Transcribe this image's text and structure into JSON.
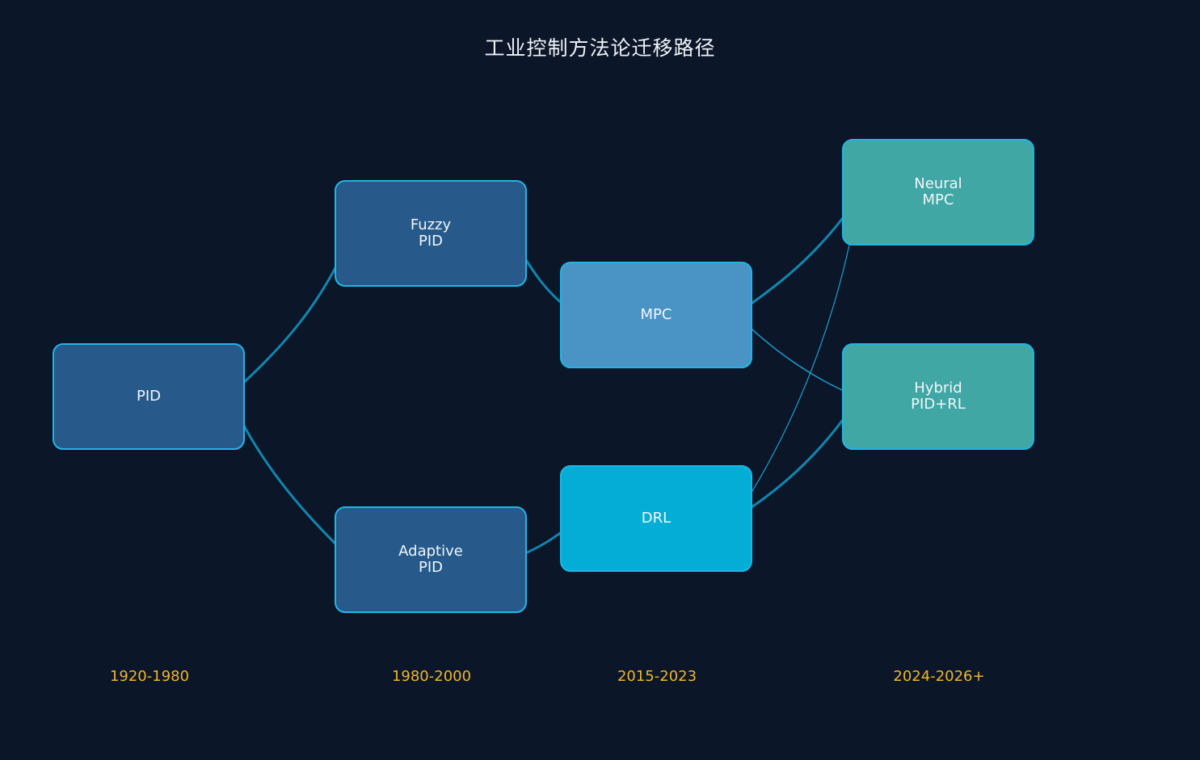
{
  "title": "工业控制方法论迁移路径",
  "nodes": {
    "pid": {
      "lines": [
        "PID"
      ],
      "color": "#275a8a"
    },
    "fuzzy_pid": {
      "lines": [
        "Fuzzy",
        "PID"
      ],
      "color": "#275a8a"
    },
    "adaptive_pid": {
      "lines": [
        "Adaptive",
        "PID"
      ],
      "color": "#275a8a"
    },
    "mpc": {
      "lines": [
        "MPC"
      ],
      "color": "#4a93c5"
    },
    "drl": {
      "lines": [
        "DRL"
      ],
      "color": "#03add6"
    },
    "neural_mpc": {
      "lines": [
        "Neural",
        "MPC"
      ],
      "color": "#40a7a5"
    },
    "hybrid": {
      "lines": [
        "Hybrid",
        "PID+RL"
      ],
      "color": "#40a7a5"
    }
  },
  "periods": [
    "1920-1980",
    "1980-2000",
    "2015-2023",
    "2024-2026+"
  ],
  "edges": [
    {
      "from": "PID",
      "to": "Fuzzy PID"
    },
    {
      "from": "PID",
      "to": "Adaptive PID"
    },
    {
      "from": "Fuzzy PID",
      "to": "MPC"
    },
    {
      "from": "Adaptive PID",
      "to": "DRL"
    },
    {
      "from": "MPC",
      "to": "Neural MPC"
    },
    {
      "from": "MPC",
      "to": "Hybrid PID+RL"
    },
    {
      "from": "DRL",
      "to": "Neural MPC"
    },
    {
      "from": "DRL",
      "to": "Hybrid PID+RL"
    }
  ],
  "colors": {
    "background": "#0b1628",
    "edge": "#1186ae",
    "edge_thin": "#1a9fd0",
    "arrow": "#1fb6e6",
    "period_text": "#f0b62c"
  }
}
